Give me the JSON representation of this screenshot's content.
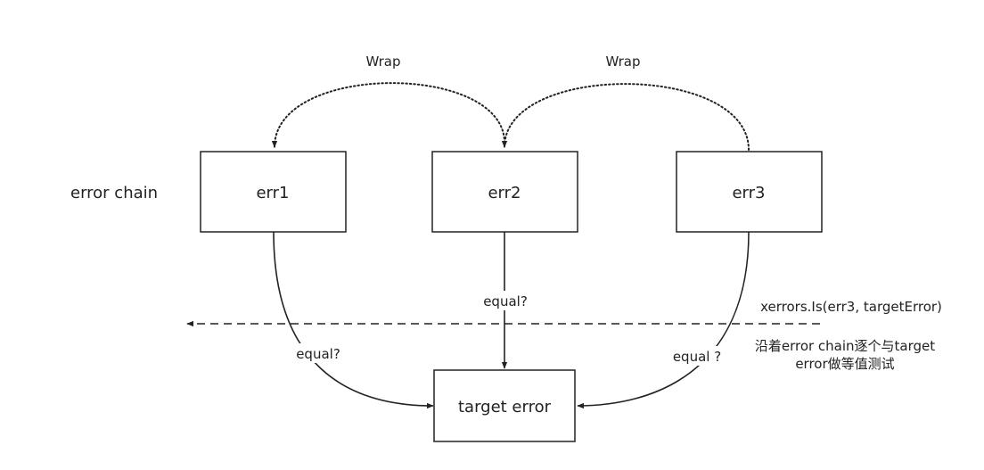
{
  "diagram": {
    "chain_label": "error chain",
    "nodes": {
      "err1": "err1",
      "err2": "err2",
      "err3": "err3",
      "target": "target error"
    },
    "wrap_labels": [
      "Wrap",
      "Wrap"
    ],
    "equal_labels": [
      "equal?",
      "equal?",
      "equal ?"
    ],
    "call": "xerrors.Is(err3, targetError)",
    "note_lines": [
      "沿着error chain逐个与target",
      "error做等值测试"
    ]
  }
}
